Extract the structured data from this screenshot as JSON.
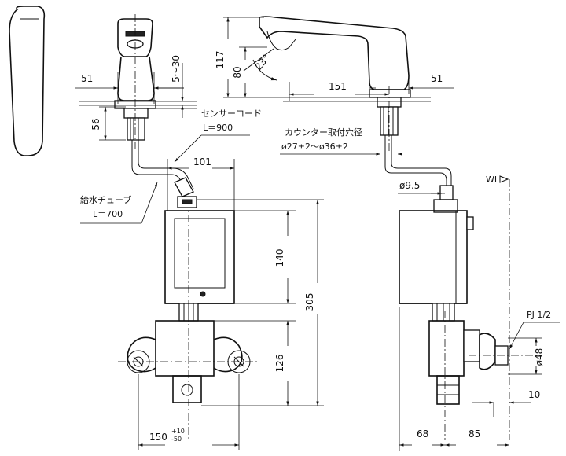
{
  "labels": {
    "sensor_cord": "センサーコード",
    "sensor_cord_len": "L＝900",
    "supply_tube": "給水チューブ",
    "supply_tube_len": "L＝700",
    "counter_hole": "カウンター取付穴径",
    "counter_hole_dia": "ø27±2～ø36±2",
    "wl": "WL",
    "pj": "PJ 1/2"
  },
  "dims": {
    "d51_left": "51",
    "d5_30": "5～30",
    "d56": "56",
    "d101": "101",
    "d140": "140",
    "d305": "305",
    "d126": "126",
    "d150": "150",
    "d150_tol_plus": "+10",
    "d150_tol_minus": "-50",
    "d117": "117",
    "d80": "80",
    "d23deg": "23°",
    "d151": "151",
    "d51_right": "51",
    "d9_5": "ø9.5",
    "d48": "ø48",
    "d10": "10",
    "d68": "68",
    "d85": "85"
  }
}
